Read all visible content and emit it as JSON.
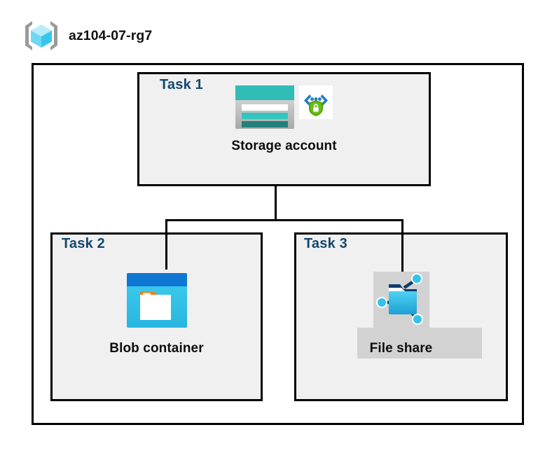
{
  "diagram": {
    "type": "azure-architecture-diagram",
    "resource_group": {
      "name": "az104-07-rg7",
      "icon": "resource-group-cube-icon"
    },
    "tasks": [
      {
        "id": "task1",
        "label": "Task 1",
        "node_caption": "Storage account",
        "icons": [
          "storage-account-icon",
          "secure-endpoint-shield-icon"
        ]
      },
      {
        "id": "task2",
        "label": "Task 2",
        "node_caption": "Blob container",
        "icons": [
          "blob-container-icon"
        ]
      },
      {
        "id": "task3",
        "label": "Task 3",
        "node_caption": "File share",
        "icons": [
          "file-share-icon"
        ]
      }
    ],
    "connections": [
      {
        "from": "Storage account",
        "to": "Blob container"
      },
      {
        "from": "Storage account",
        "to": "File share"
      }
    ],
    "colors": {
      "task_label": "#13486f",
      "task_box_fill": "#f0f0f0",
      "border": "#000000",
      "caption": "#0d0d0d",
      "storage_teal": "#32bcb6",
      "blob_blue": "#0f76d4",
      "blob_cyan": "#32c8ea",
      "fileshare_cyan": "#31c3ea",
      "shield_green": "#57a400",
      "cube_cyan": "#9fe8fb",
      "highlight_gray": "#d2d2d2"
    }
  }
}
